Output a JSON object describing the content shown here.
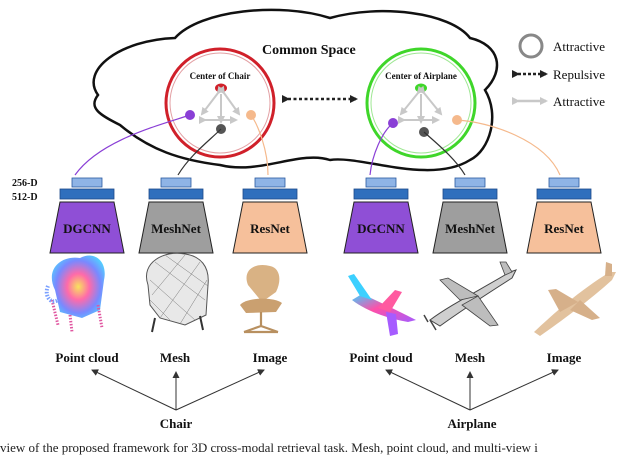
{
  "common_space": {
    "label": "Common Space"
  },
  "centers": {
    "chair": "Center of Chair",
    "airplane": "Center of Airplane"
  },
  "legend": {
    "attractive_ring": "Attractive",
    "repulsive": "Repulsive",
    "attractive_arrow": "Attractive"
  },
  "dims": {
    "top": "256-D",
    "bottom": "512-D"
  },
  "networks": [
    "DGCNN",
    "MeshNet",
    "ResNet",
    "DGCNN",
    "MeshNet",
    "ResNet"
  ],
  "modalities": [
    "Point cloud",
    "Mesh",
    "Image",
    "Point cloud",
    "Mesh",
    "Image"
  ],
  "categories": {
    "chair": "Chair",
    "airplane": "Airplane"
  },
  "caption": "view of the proposed framework for 3D cross-modal retrieval task. Mesh, point cloud, and multi-view i",
  "colors": {
    "chair_ring": "#d0202a",
    "airplane_ring": "#3fd62a",
    "dgcnn": "#8f4fd6",
    "meshnet": "#9e9e9e",
    "resnet": "#f6c09b",
    "dim_top": "#8fb4e6",
    "dim_bottom": "#2f6fbd"
  }
}
